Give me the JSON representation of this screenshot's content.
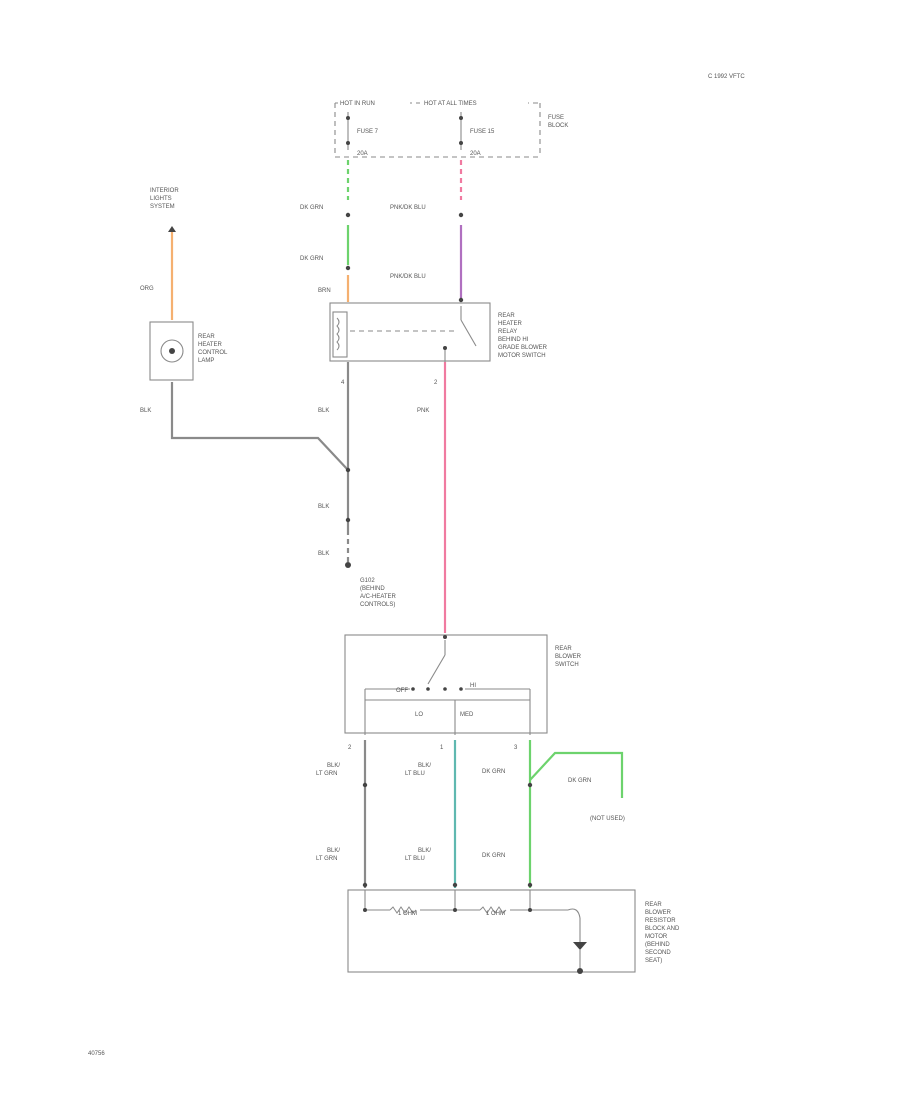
{
  "header": {
    "code": "C 1992 VFTC",
    "fig_id": "40756"
  },
  "fuse_block": {
    "label_left": "HOT IN RUN",
    "label_right": "HOT AT ALL TIMES",
    "fuse1": "FUSE 7",
    "fuse2": "FUSE 15",
    "amp1": "20A",
    "amp2": "20A",
    "block_label": [
      "FUSE",
      "BLOCK"
    ]
  },
  "interior_lights": [
    "INTERIOR",
    "LIGHTS",
    "SYSTEM"
  ],
  "wires": {
    "dk_grn_1": "DK GRN",
    "dk_grn_2": "DK GRN",
    "pnk_blk_1": "PNK/DK BLU",
    "pnk_blk_2": "PNK/DK BLU",
    "brn": "BRN",
    "org": "ORG",
    "blk_lamp": "BLK",
    "blk_1": "BLK",
    "blk_2": "BLK",
    "blk_3": "BLK",
    "pnk": "PNK",
    "dk_grn_right": "DK GRN",
    "dk_grn_lower": "DK GRN",
    "dk_grn_branch": "DK GRN",
    "blk_ltgrn_1": [
      "BLK/",
      "LT GRN"
    ],
    "blk_ltgrn_2": [
      "BLK/",
      "LT GRN"
    ],
    "blk_ltblu_1": [
      "BLK/",
      "LT BLU"
    ],
    "blk_ltblu_2": [
      "BLK/",
      "LT BLU"
    ]
  },
  "pins": {
    "relay_a": "4",
    "relay_b": "2",
    "sw_a": "2",
    "sw_b": "1",
    "sw_c": "3"
  },
  "lamp_label": [
    "REAR",
    "HEATER",
    "CONTROL",
    "LAMP"
  ],
  "relay_label": [
    "REAR",
    "HEATER",
    "RELAY",
    "BEHIND HI",
    "GRADE BLOWER",
    "MOTOR SWITCH"
  ],
  "ground_label": [
    "G102",
    "(BEHIND",
    "A/C-HEATER",
    "CONTROLS)"
  ],
  "switch": {
    "label": [
      "REAR",
      "BLOWER",
      "SWITCH"
    ],
    "off": "OFF",
    "hi": "HI",
    "lo": "LO",
    "med": "MED"
  },
  "not_used": "(NOT USED)",
  "resistor": {
    "r1": "1 OHM",
    "r2": "1 OHM",
    "label": [
      "REAR",
      "BLOWER",
      "RESISTOR",
      "BLOCK AND",
      "MOTOR",
      "(BEHIND",
      "SECOND",
      "SEAT)"
    ]
  },
  "colors": {
    "dk_grn": "#6dd36d",
    "pnk": "#f07aa0",
    "pnk_blk": "#b070c0",
    "org": "#f5b070",
    "blk": "#8a8a8a",
    "lt_blu": "#5fb8b0"
  }
}
